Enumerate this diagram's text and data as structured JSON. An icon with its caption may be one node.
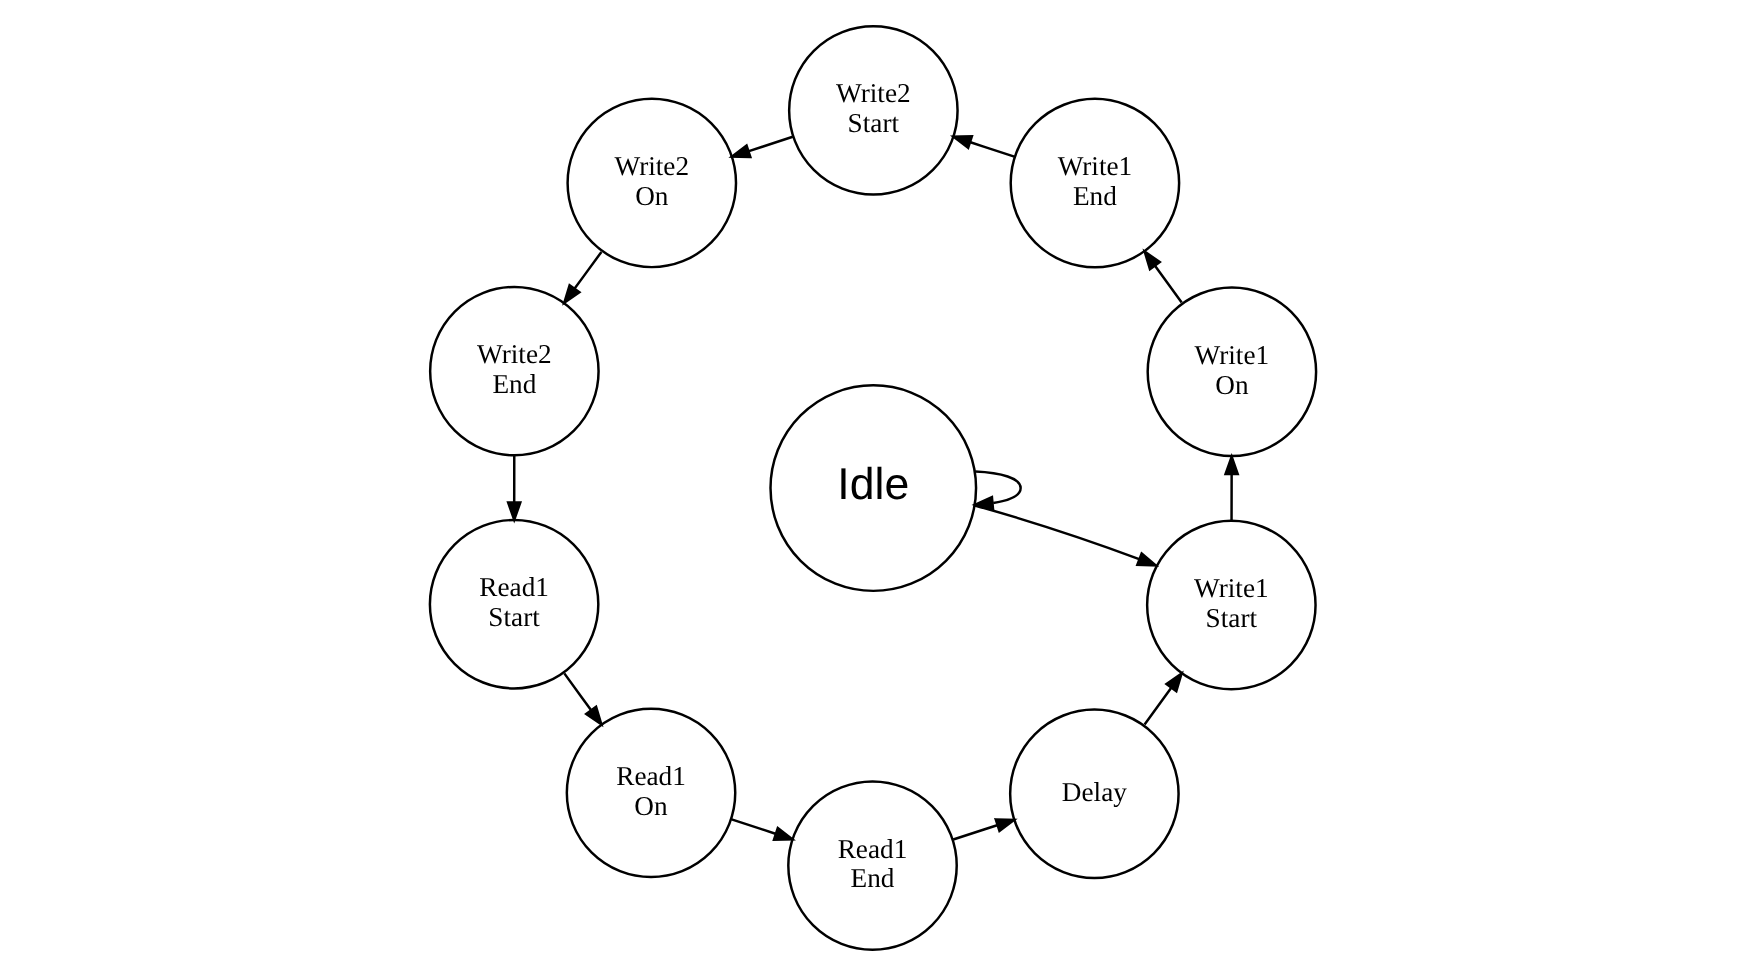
{
  "diagram": {
    "nodes": [
      {
        "text": [
          "Write1 Start"
        ]
      },
      {
        "text": [
          "Write1 On"
        ]
      },
      {
        "text": [
          "Write1 End"
        ]
      },
      {
        "text": [
          "Write2 Start"
        ]
      },
      {
        "text": [
          "Write2 On"
        ]
      },
      {
        "text": [
          "Write2 End"
        ]
      },
      {
        "text": [
          "Read1 Start"
        ]
      },
      {
        "text": [
          "Read1 On"
        ]
      },
      {
        "text": [
          "Read1 End"
        ]
      },
      {
        "text": [
          "Delay"
        ]
      },
      {
        "text": [
          "Idle"
        ]
      }
    ],
    "edges": [
      {
        "from": 0,
        "to": 1,
        "arrow": "to"
      },
      {
        "from": 1,
        "to": 2,
        "arrow": "to"
      },
      {
        "from": 2,
        "to": 3,
        "arrow": "to"
      },
      {
        "from": 3,
        "to": 4,
        "arrow": "to"
      },
      {
        "from": 4,
        "to": 5,
        "arrow": "to"
      },
      {
        "from": 5,
        "to": 6,
        "arrow": "to"
      },
      {
        "from": 6,
        "to": 7,
        "arrow": "to"
      },
      {
        "from": 7,
        "to": 8,
        "arrow": "to"
      },
      {
        "from": 8,
        "to": 9,
        "arrow": "to"
      },
      {
        "from": 9,
        "to": 0,
        "arrow": "to"
      },
      {
        "from": 10,
        "to": 0,
        "arrow": "to"
      },
      {
        "from": 10,
        "to": 10,
        "arrow": "to"
      }
    ]
  }
}
